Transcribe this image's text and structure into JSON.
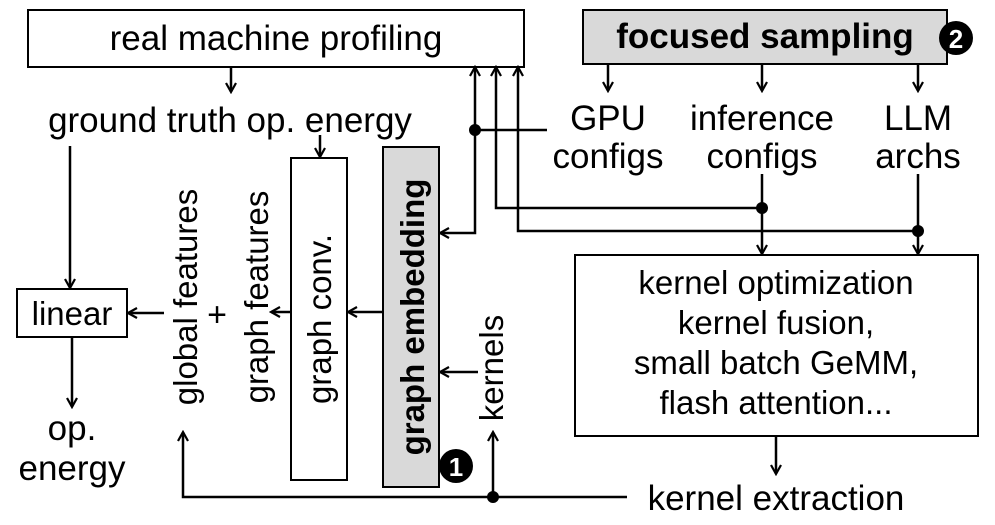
{
  "nodes": {
    "real_profiling": "real machine profiling",
    "focused_sampling": "focused sampling",
    "focused_sampling_step": "2",
    "ground_truth": "ground truth op. energy",
    "gpu_configs": [
      "GPU",
      "configs"
    ],
    "inference_configs": [
      "inference",
      "configs"
    ],
    "llm_archs": [
      "LLM",
      "archs"
    ],
    "kernel_opt": [
      "kernel optimization",
      "kernel fusion,",
      "small batch GeMM,",
      "flash attention..."
    ],
    "kernel_extraction": "kernel extraction",
    "graph_embedding": "graph embedding",
    "graph_embedding_step": "1",
    "graph_conv": "graph conv.",
    "graph_features": "graph features",
    "plus": "+",
    "global_features": "global features",
    "kernels": "kernels",
    "linear": "linear",
    "op_energy": [
      "op.",
      "energy"
    ]
  },
  "colors": {
    "highlight_fill": "#d9d9d9",
    "line": "#000000",
    "box_fill": "#ffffff"
  }
}
